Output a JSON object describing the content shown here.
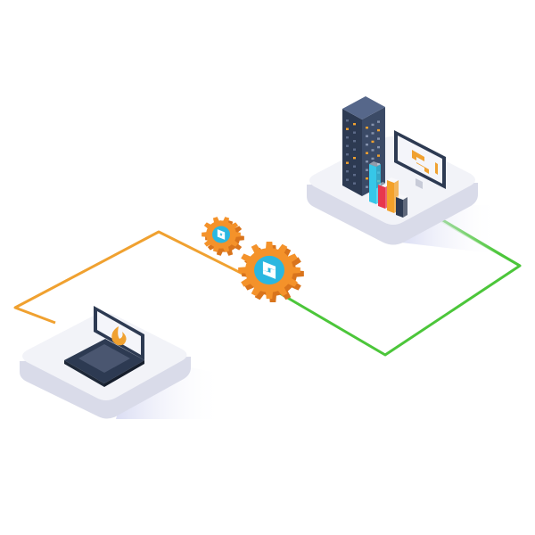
{
  "diagram": {
    "nodes": [
      {
        "id": "laptop",
        "label": "",
        "icon": "laptop-icon"
      },
      {
        "id": "gear-small",
        "label": "",
        "icon": "gear-icon"
      },
      {
        "id": "gear-large",
        "label": "",
        "icon": "gear-icon"
      },
      {
        "id": "datacenter",
        "label": "",
        "icon": "server-tower-icon"
      },
      {
        "id": "monitor",
        "label": "",
        "icon": "monitor-icon"
      },
      {
        "id": "bar-chart",
        "label": "",
        "icon": "bar-chart-icon"
      }
    ],
    "edges": [
      {
        "from": "laptop",
        "to": "gear-large",
        "color": "#f0a130"
      },
      {
        "from": "gear-large",
        "to": "datacenter",
        "color": "#4cc63a"
      }
    ],
    "colors": {
      "orange": "#f0a130",
      "gear_orange": "#f4922a",
      "green": "#4cc63a",
      "teal": "#2bb7e0",
      "dark_navy": "#2d3a52",
      "platform_top": "#f2f3f8",
      "platform_side": "#d9dbe9",
      "bar_colors": [
        "#36c7e8",
        "#e8374d",
        "#f3a12a",
        "#2d3a52"
      ]
    }
  }
}
